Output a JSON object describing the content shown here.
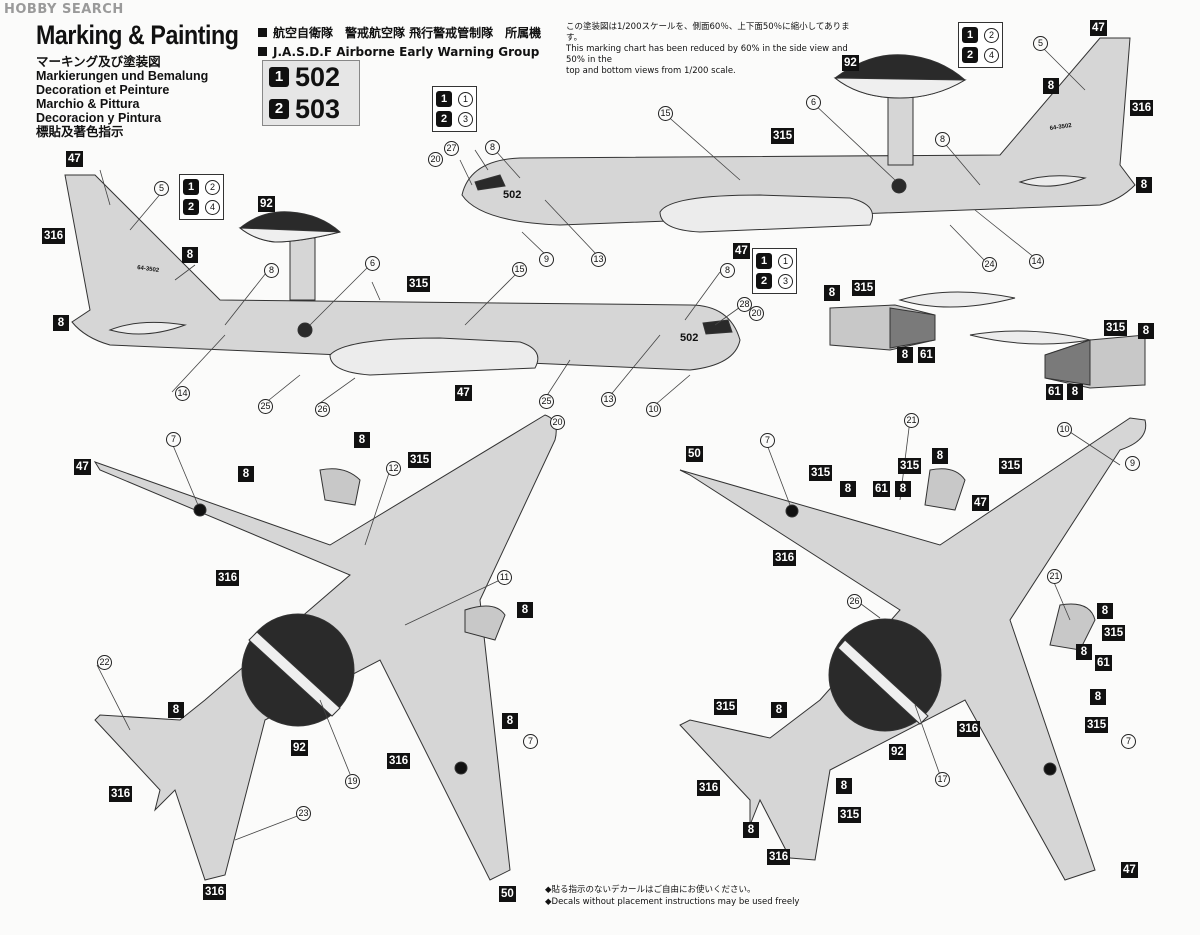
{
  "watermark": "HOBBY SEARCH",
  "title": "Marking & Painting",
  "languages": [
    "マーキング及び塗装図",
    "Markierungen und Bemalung",
    "Decoration et Peinture",
    "Marchio & Pittura",
    "Decoracion y Pintura",
    "標貼及著色指示"
  ],
  "group_lines": [
    "航空自衛隊　警戒航空隊 飛行警戒管制隊　所属機",
    "J.A.S.D.F Airborne Early Warning Group"
  ],
  "aircraft_options": [
    {
      "badge": "1",
      "number": "502"
    },
    {
      "badge": "2",
      "number": "503"
    }
  ],
  "scale_note": [
    "この塗装図は1/200スケールを、側面60％、上下面50％に縮小してあります。",
    "This marking chart has been reduced by 60% in the side view and 50% in the",
    "top and bottom views from 1/200 scale."
  ],
  "footnotes": [
    "◆貼る指示のないデカールはご自由にお使いください。",
    "◆Decals without placement instructions may be used freely"
  ],
  "fuselage_code": "502",
  "tail_code": "64-3502",
  "option_box_pairs": [
    [
      "1",
      "2"
    ],
    [
      "2",
      "4"
    ],
    [
      "1",
      "1"
    ],
    [
      "2",
      "3"
    ]
  ],
  "paint_codes": {
    "c315": "315",
    "c316": "316",
    "c8": "8",
    "c47": "47",
    "c50": "50",
    "c61": "61",
    "c92": "92"
  },
  "decals": {
    "d5": "5",
    "d6": "6",
    "d7": "7",
    "d8": "8",
    "d9": "9",
    "d10": "10",
    "d11": "11",
    "d12": "12",
    "d13": "13",
    "d14": "14",
    "d15": "15",
    "d17": "17",
    "d19": "19",
    "d20": "20",
    "d21": "21",
    "d22": "22",
    "d23": "23",
    "d24": "24",
    "d25": "25",
    "d26": "26",
    "d27": "27",
    "d28": "28"
  },
  "colors": {
    "fuselage": "#d6d6d6",
    "rotodome_dark": "#2a2a2a",
    "rotodome_light": "#efefef",
    "engine_dark": "#7a7a7a",
    "line": "#333333"
  }
}
